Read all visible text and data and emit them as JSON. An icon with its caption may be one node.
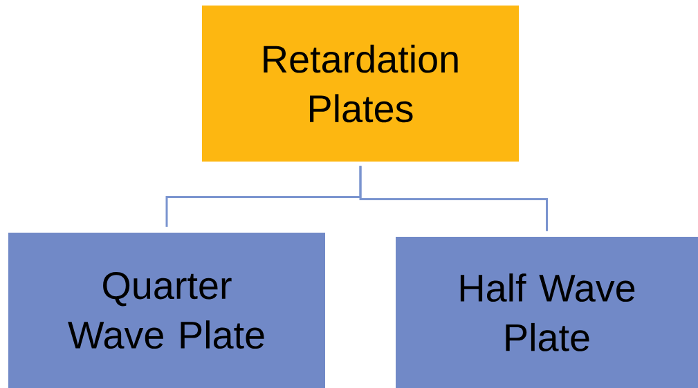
{
  "diagram": {
    "nodes": [
      {
        "text": [
          "Retardation Plates"
        ]
      },
      {
        "text": [
          "Quarter Wave Plate"
        ]
      },
      {
        "text": [
          "Half Wave Plate"
        ]
      }
    ],
    "edges": [
      {
        "from": 0,
        "to": 1,
        "arrow": "none"
      },
      {
        "from": 0,
        "to": 2,
        "arrow": "none"
      }
    ]
  }
}
